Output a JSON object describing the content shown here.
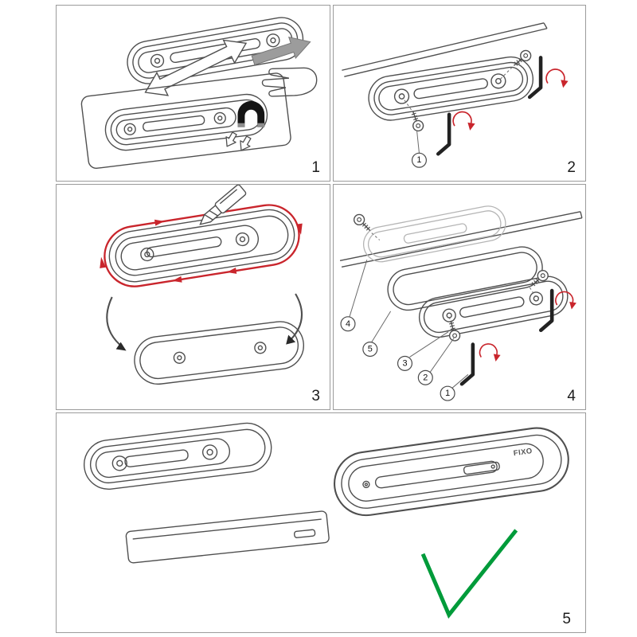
{
  "sheet": {
    "type": "assembly-instruction-diagram",
    "step_count": 5
  },
  "colors": {
    "outline": "#4f4f4f",
    "accent_red": "#c9252c",
    "check_green": "#009b3a",
    "magnet_black": "#151515",
    "ghost": "#b5b5b5"
  },
  "steps": {
    "s1": {
      "number": "1"
    },
    "s2": {
      "number": "2",
      "callouts": {
        "c1": "1"
      }
    },
    "s3": {
      "number": "3"
    },
    "s4": {
      "number": "4",
      "callouts": {
        "c1": "1",
        "c2": "2",
        "c3": "3",
        "c4": "4",
        "c5": "5"
      }
    },
    "s5": {
      "number": "5",
      "brand": "FIXO"
    }
  },
  "icons": [
    "magnet-icon",
    "pointing-hand-icon",
    "slide-arrow-icon",
    "screw-icon",
    "allen-key-icon",
    "turn-arrow-icon",
    "utility-knife-icon",
    "cut-arrow-icon",
    "remove-arrow-icon",
    "down-arrow-icon",
    "check-icon"
  ]
}
